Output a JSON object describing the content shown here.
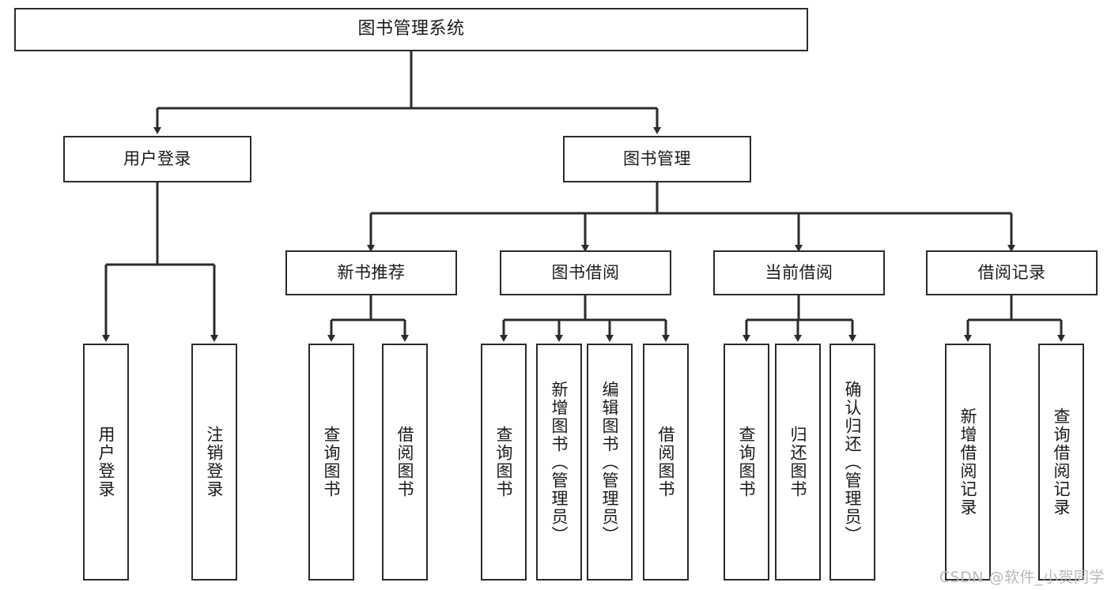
{
  "diagram": {
    "title": "图书管理系统",
    "root": {
      "label": "图书管理系统"
    },
    "level2": [
      {
        "label": "用户登录"
      },
      {
        "label": "图书管理"
      }
    ],
    "level3": [
      {
        "label": "新书推荐"
      },
      {
        "label": "图书借阅"
      },
      {
        "label": "当前借阅"
      },
      {
        "label": "借阅记录"
      }
    ],
    "leaves_user_login": [
      {
        "label": "用户登录"
      },
      {
        "label": "注销登录"
      }
    ],
    "leaves_new_book": [
      {
        "label": "查询图书"
      },
      {
        "label": "借阅图书"
      }
    ],
    "leaves_book_borrow": [
      {
        "label": "查询图书"
      },
      {
        "label": "新增图书（管理员）"
      },
      {
        "label": "编辑图书（管理员）"
      },
      {
        "label": "借阅图书"
      }
    ],
    "leaves_current_borrow": [
      {
        "label": "查询图书"
      },
      {
        "label": "归还图书"
      },
      {
        "label": "确认归还（管理员）"
      }
    ],
    "leaves_borrow_record": [
      {
        "label": "新增借阅记录"
      },
      {
        "label": "查询借阅记录"
      }
    ]
  },
  "watermark": {
    "text": "CSDN @软件_小贺同学"
  },
  "colors": {
    "stroke": "#2b2b2b",
    "background": "#ffffff",
    "text": "#1a1a1a",
    "watermark": "#b9b9b9"
  }
}
